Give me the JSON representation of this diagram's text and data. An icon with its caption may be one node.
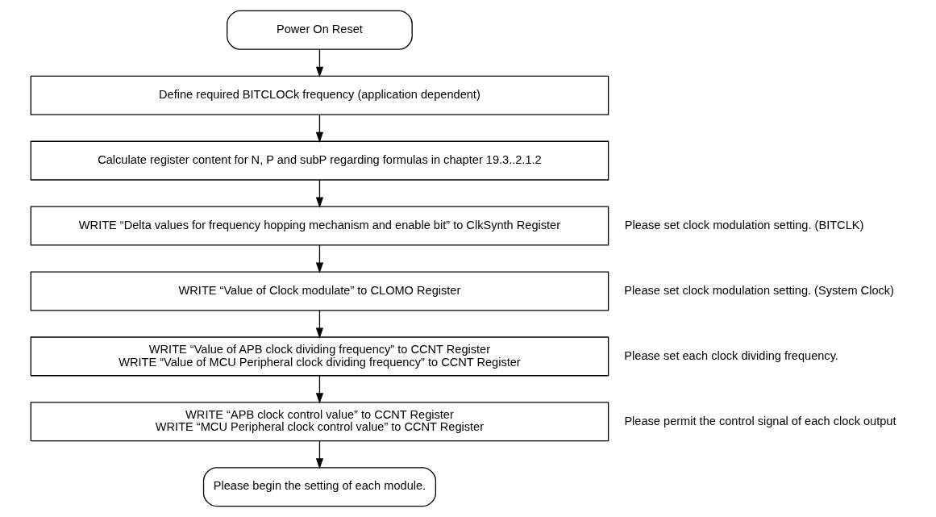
{
  "diagram": {
    "nodes": [
      {
        "text": [
          "Power On Reset"
        ]
      },
      {
        "text": [
          "Define required BITCLOCk frequency (application dependent)"
        ]
      },
      {
        "text": [
          "Calculate register content for N, P and subP regarding formulas in chapter 19.3..2.1.2"
        ]
      },
      {
        "text": [
          "WRITE “Delta values for frequency hopping mechanism and enable bit” to ClkSynth Register"
        ],
        "beside": [
          "Please set clock modulation setting. (BITCLK)"
        ]
      },
      {
        "text": [
          "WRITE “Value of Clock modulate” to CLOMO Register"
        ],
        "beside": [
          "Please set clock modulation setting. (System Clock)"
        ]
      },
      {
        "text": [
          "WRITE “Value of APB clock dividing frequency” to CCNT Register",
          "WRITE “Value of MCU Peripheral clock dividing frequency” to CCNT Register"
        ],
        "beside": [
          "Please set each clock dividing frequency."
        ]
      },
      {
        "text": [
          "WRITE “APB clock control value” to CCNT Register",
          "WRITE “MCU Peripheral clock control value” to CCNT Register"
        ],
        "beside": [
          "Please permit the control signal of each clock output"
        ]
      },
      {
        "text": [
          "Please begin the setting of each module."
        ]
      }
    ],
    "edges": [
      {
        "from": 0,
        "to": 1,
        "arrow": "to"
      },
      {
        "from": 1,
        "to": 2,
        "arrow": "to"
      },
      {
        "from": 2,
        "to": 3,
        "arrow": "to"
      },
      {
        "from": 3,
        "to": 4,
        "arrow": "to"
      },
      {
        "from": 4,
        "to": 5,
        "arrow": "to"
      },
      {
        "from": 5,
        "to": 6,
        "arrow": "to"
      },
      {
        "from": 6,
        "to": 7,
        "arrow": "to"
      }
    ]
  }
}
